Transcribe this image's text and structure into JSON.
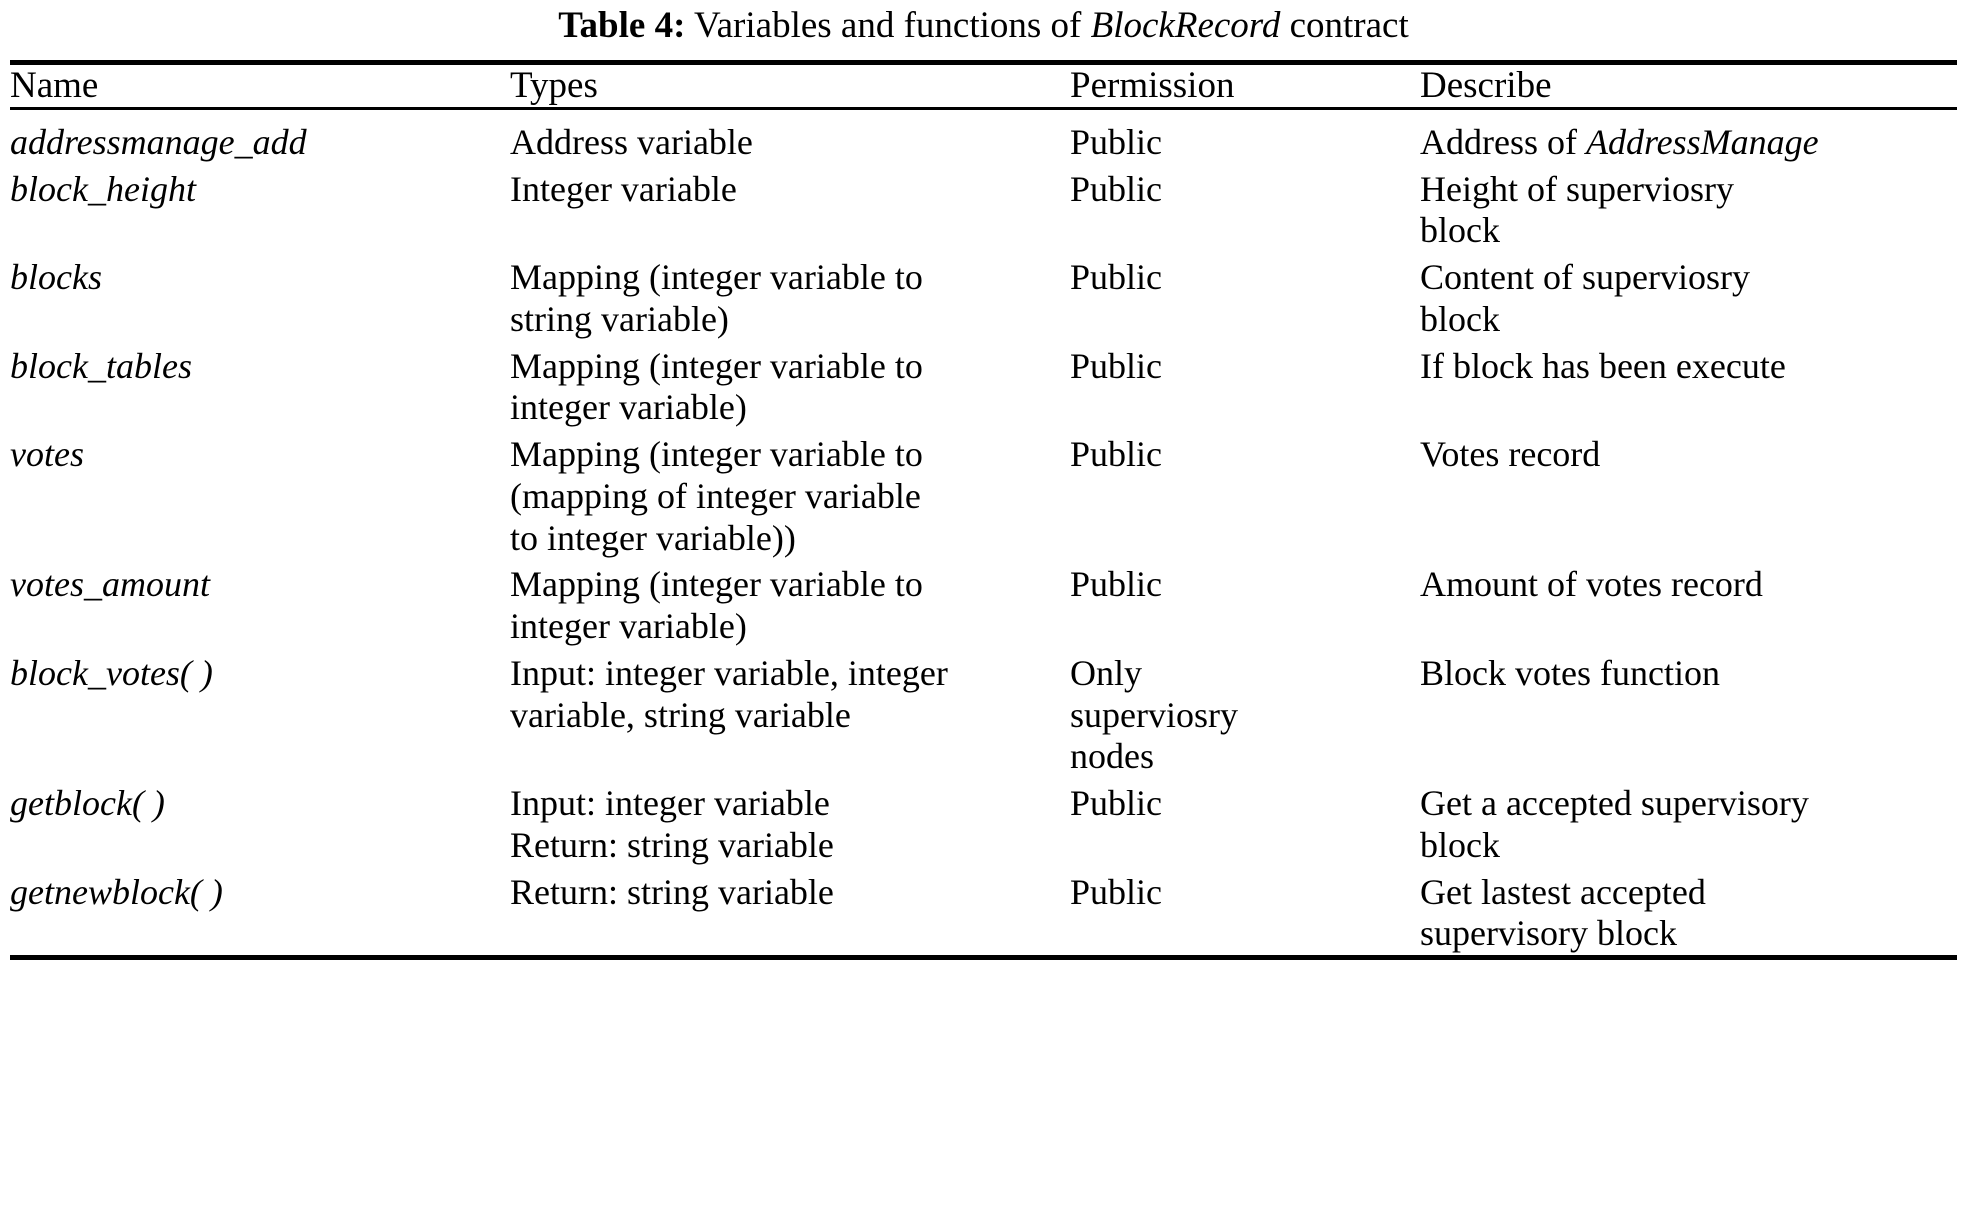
{
  "caption": {
    "label": "Table 4:",
    "prefix": "Variables and functions of",
    "emphasis": "BlockRecord",
    "suffix": "contract"
  },
  "table": {
    "headers": {
      "name": "Name",
      "types": "Types",
      "permission": "Permission",
      "describe": "Describe"
    },
    "rows": [
      {
        "name": "addressmanage_add",
        "types": [
          "Address variable"
        ],
        "permission": [
          "Public"
        ],
        "describe_prefix": "Address of ",
        "describe_em": "AddressManage",
        "describe": [
          "Address of AddressManage"
        ]
      },
      {
        "name": "block_height",
        "types": [
          "Integer variable"
        ],
        "permission": [
          "Public"
        ],
        "describe": [
          "Height of superviosry",
          "block"
        ]
      },
      {
        "name": "blocks",
        "types": [
          "Mapping (integer variable to",
          "string variable)"
        ],
        "permission": [
          "Public"
        ],
        "describe": [
          "Content of superviosry",
          "block"
        ]
      },
      {
        "name": "block_tables",
        "types": [
          "Mapping (integer variable to",
          "integer variable)"
        ],
        "permission": [
          "Public"
        ],
        "describe": [
          "If block has been execute"
        ]
      },
      {
        "name": "votes",
        "types": [
          "Mapping (integer variable to",
          "(mapping of integer variable",
          "to integer variable))"
        ],
        "permission": [
          "Public"
        ],
        "describe": [
          "Votes record"
        ]
      },
      {
        "name": "votes_amount",
        "types": [
          "Mapping (integer variable to",
          "integer variable)"
        ],
        "permission": [
          "Public"
        ],
        "describe": [
          "Amount of votes record"
        ]
      },
      {
        "name": "block_votes( )",
        "types": [
          "Input: integer variable, integer",
          "variable, string variable"
        ],
        "permission": [
          "Only",
          "superviosry",
          "nodes"
        ],
        "describe": [
          "Block votes function"
        ]
      },
      {
        "name": "getblock( )",
        "types": [
          "Input: integer variable",
          "Return: string variable"
        ],
        "permission": [
          "Public"
        ],
        "describe": [
          "Get a accepted supervisory",
          "block"
        ]
      },
      {
        "name": "getnewblock( )",
        "types": [
          "Return: string variable"
        ],
        "permission": [
          "Public"
        ],
        "describe": [
          "Get lastest accepted",
          "supervisory block"
        ]
      }
    ]
  }
}
